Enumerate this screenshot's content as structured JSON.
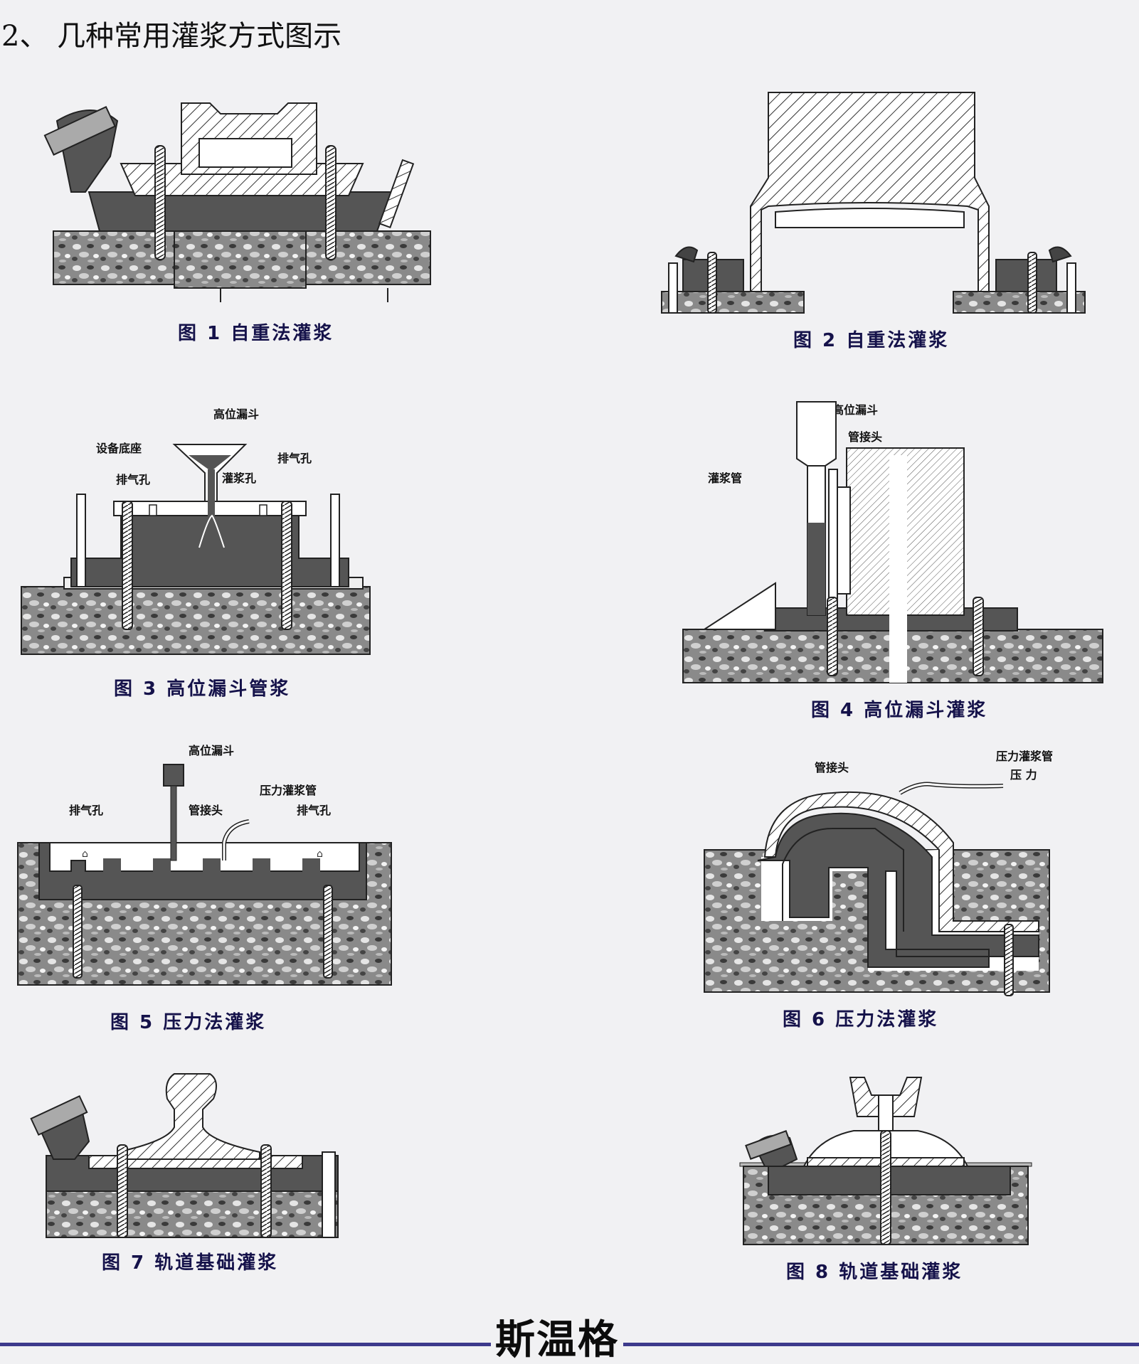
{
  "heading": "2、 几种常用灌浆方式图示",
  "brand": "斯温格",
  "colors": {
    "grout": "#555555",
    "concrete": "#8a8a8a",
    "caption": "#15124a",
    "rule": "#3d3a8c"
  },
  "figures": [
    {
      "caption": "图 1 自重法灌浆",
      "labels": []
    },
    {
      "caption": "图 2 自重法灌浆",
      "labels": []
    },
    {
      "caption": "图 3 高位漏斗管浆",
      "labels": [
        "高位漏斗",
        "设备底座",
        "排气孔",
        "灌浆孔",
        "排气孔"
      ]
    },
    {
      "caption": "图 4 高位漏斗灌浆",
      "labels": [
        "高位漏斗",
        "管接头",
        "灌浆管"
      ]
    },
    {
      "caption": "图 5 压力法灌浆",
      "labels": [
        "高位漏斗",
        "压力灌浆管",
        "排气孔",
        "管接头",
        "排气孔"
      ]
    },
    {
      "caption": "图 6 压力法灌浆",
      "labels": [
        "管接头",
        "压力灌浆管",
        "压 力"
      ]
    },
    {
      "caption": "图 7 轨道基础灌浆",
      "labels": []
    },
    {
      "caption": "图 8 轨道基础灌浆",
      "labels": []
    }
  ]
}
